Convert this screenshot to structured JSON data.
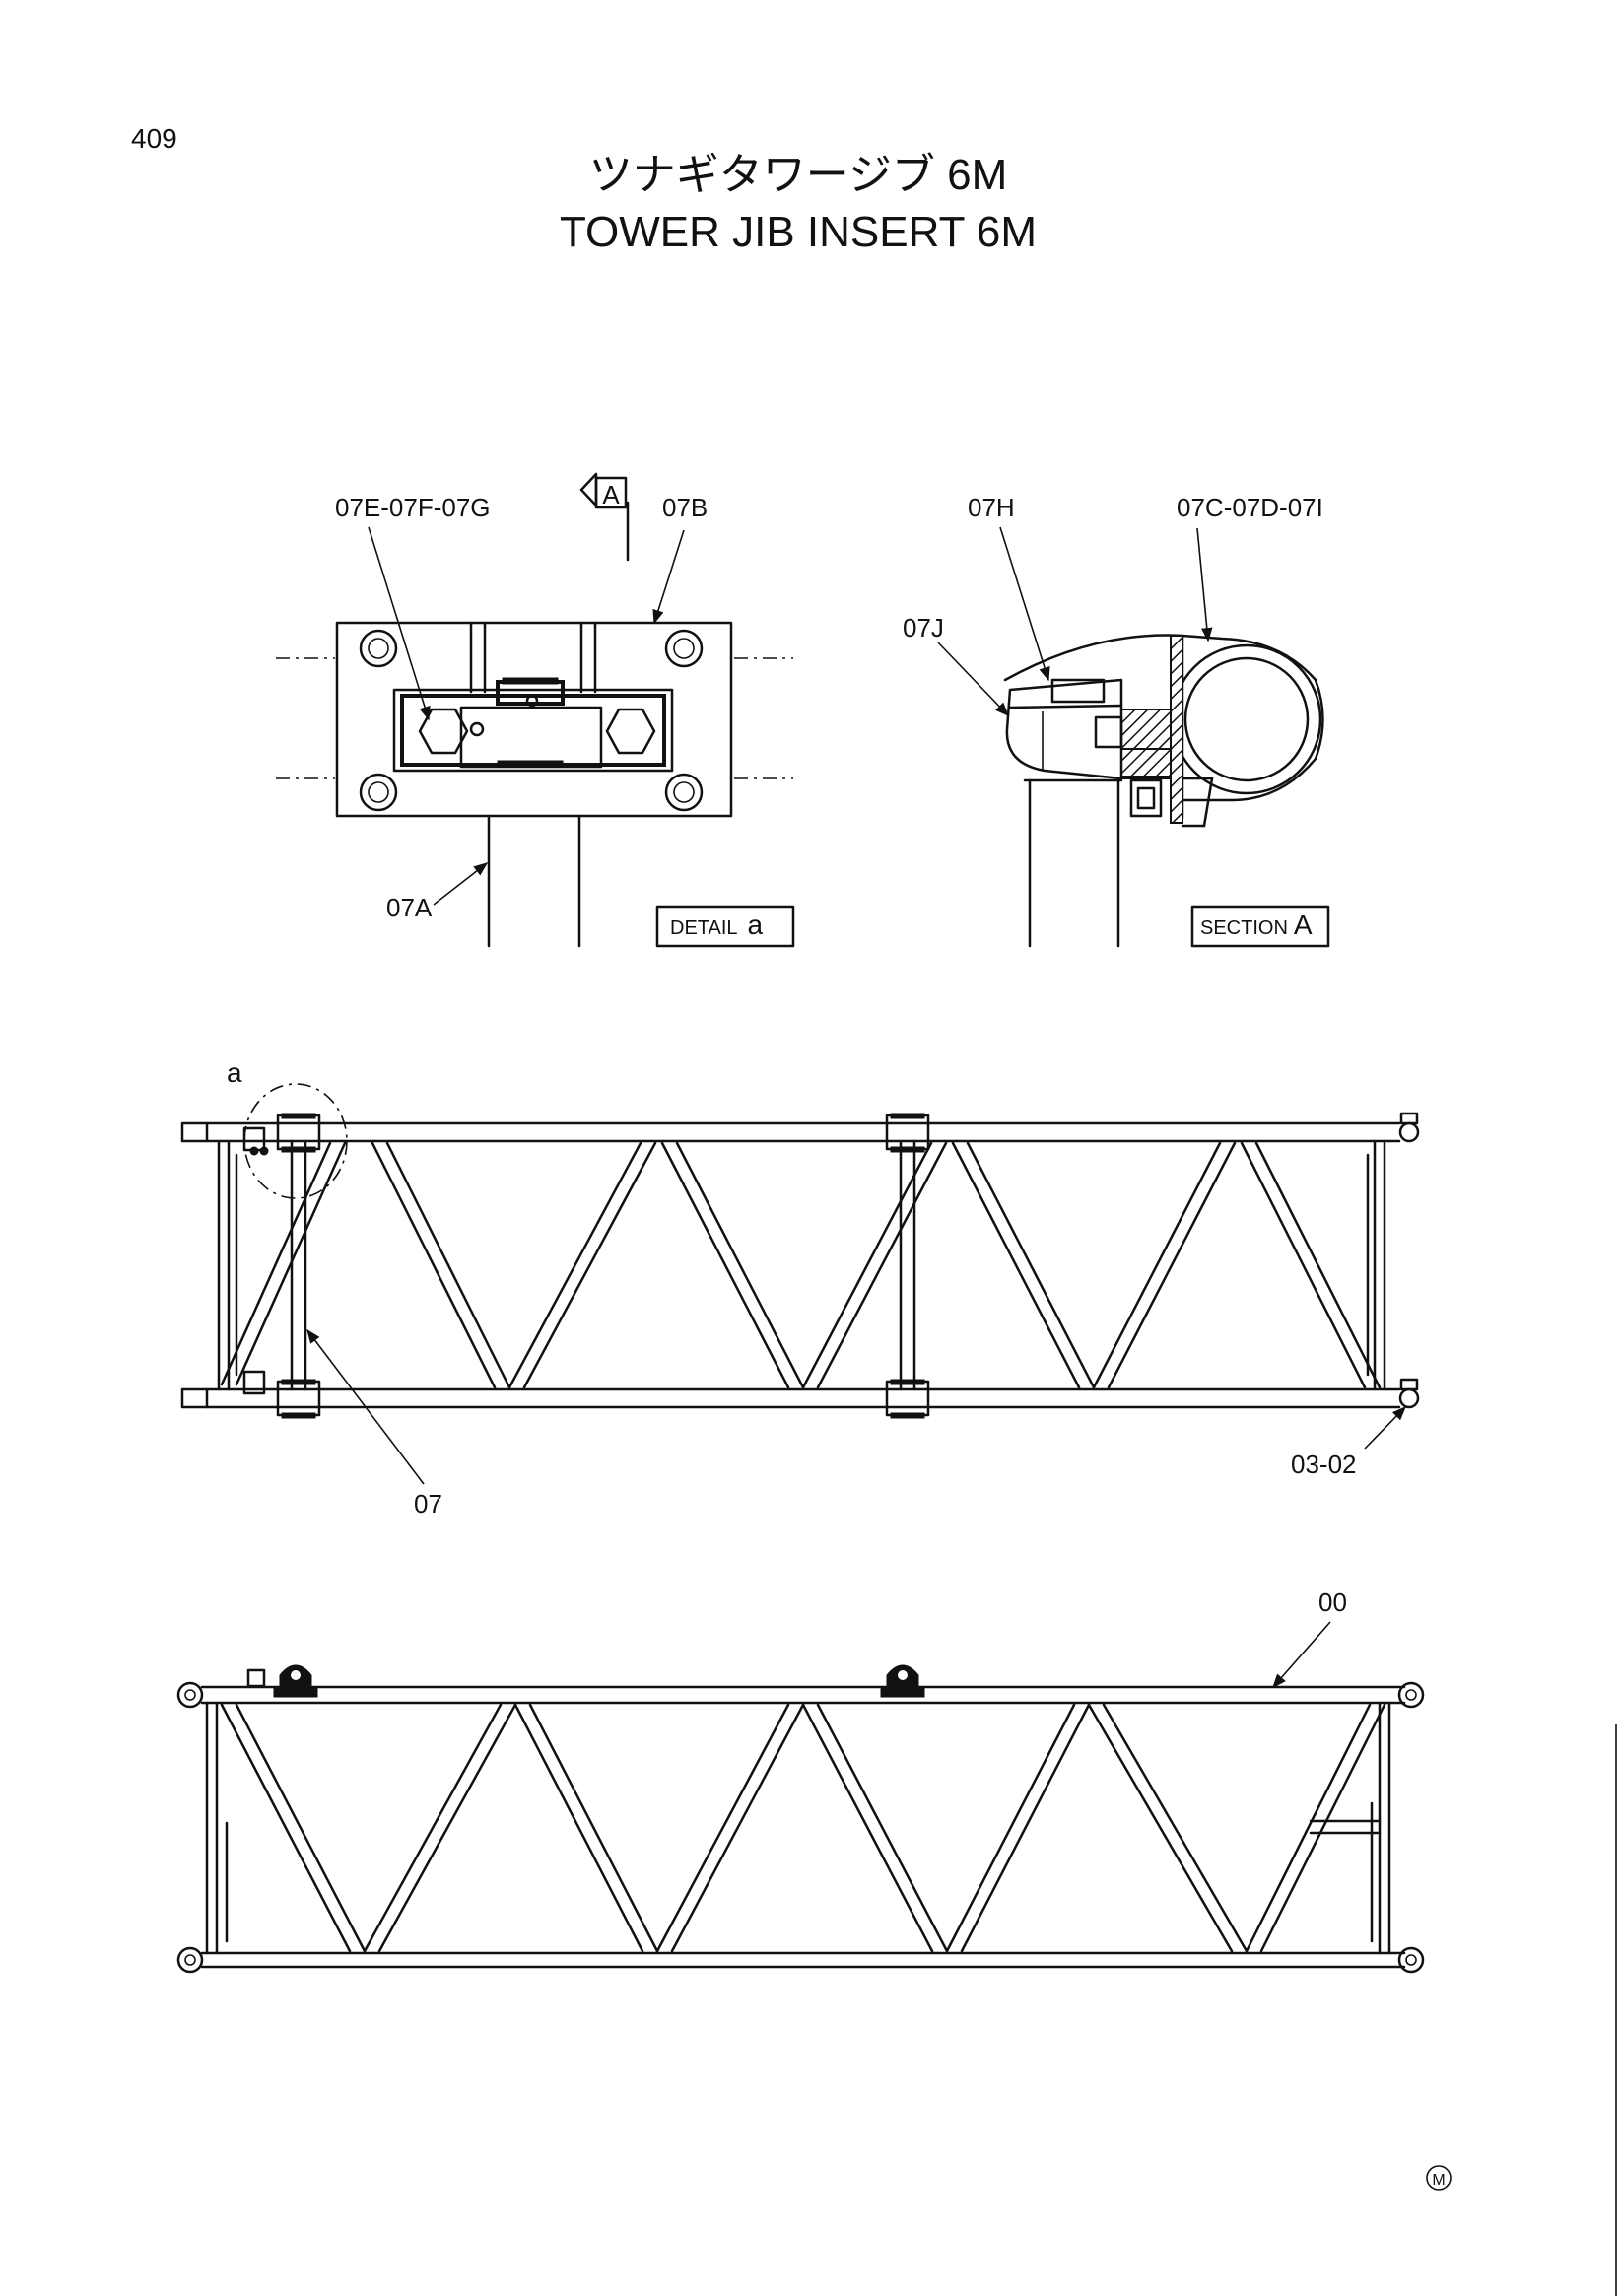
{
  "page": {
    "page_number": "409",
    "title_jp": "ツナギタワージブ 6M",
    "title_en": "TOWER JIB INSERT 6M",
    "mark": "M"
  },
  "detail_a": {
    "box_label_word": "DETAIL",
    "box_label_letter": "a",
    "callouts": {
      "bolt_set": "07E-07F-07G",
      "view_arrow": "A",
      "plate": "07B",
      "tube": "07A"
    }
  },
  "section_a": {
    "box_label_word": "SECTION",
    "box_label_letter": "A",
    "callouts": {
      "latch": "07H",
      "pin_set": "07C-07D-07I",
      "lever": "07J"
    }
  },
  "plan_view": {
    "detail_marker": "a",
    "callouts": {
      "strut": "07",
      "connector": "03-02"
    }
  },
  "side_view": {
    "callouts": {
      "frame": "00"
    }
  }
}
